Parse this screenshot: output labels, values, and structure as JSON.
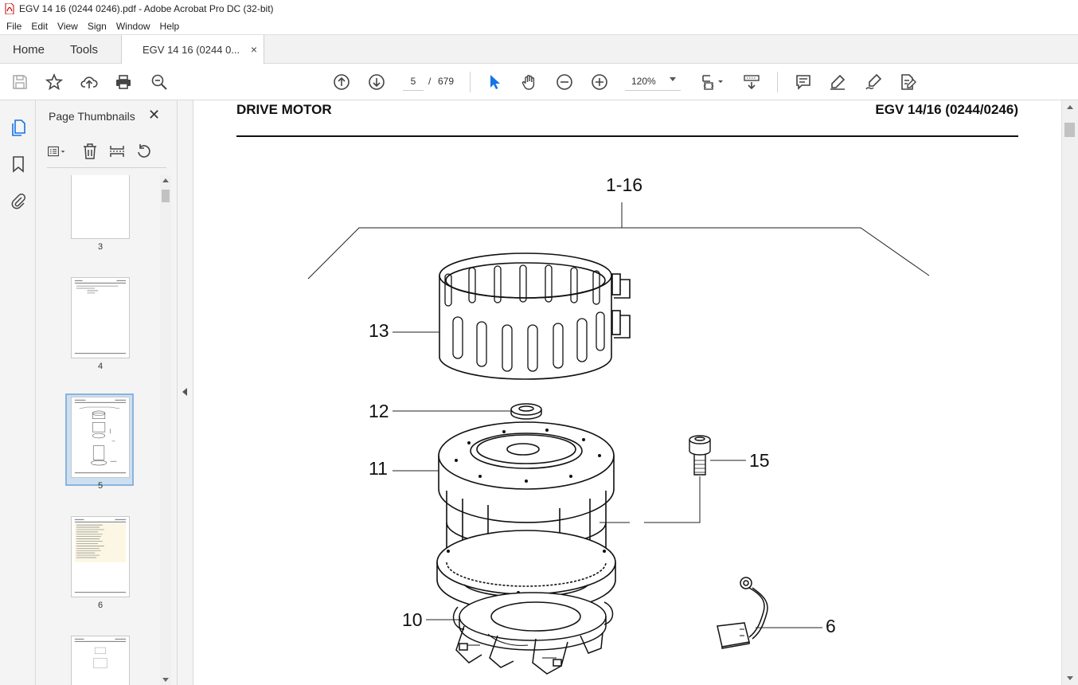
{
  "window": {
    "title": "EGV 14 16 (0244 0246).pdf - Adobe Acrobat Pro DC (32-bit)"
  },
  "menu": {
    "items": [
      "File",
      "Edit",
      "View",
      "Sign",
      "Window",
      "Help"
    ]
  },
  "tabs": {
    "home": "Home",
    "tools": "Tools",
    "document": "EGV 14 16 (0244 0...",
    "close_glyph": "×"
  },
  "toolbar": {
    "current_page": "5",
    "page_separator": "/",
    "total_pages": "679",
    "zoom": "120%",
    "accent_color": "#1473e6"
  },
  "thumbnails": {
    "panel_title": "Page Thumbnails",
    "close_glyph": "✕",
    "items": [
      {
        "label": "3"
      },
      {
        "label": "4"
      },
      {
        "label": "5",
        "selected": true
      },
      {
        "label": "6"
      }
    ]
  },
  "document": {
    "header_left": "DRIVE MOTOR",
    "header_right": "EGV 14/16 (0244/0246)",
    "callouts": {
      "assembly": "1-16",
      "part_13": "13",
      "part_12": "12",
      "part_11": "11",
      "part_15": "15",
      "part_10": "10",
      "part_6": "6"
    }
  }
}
